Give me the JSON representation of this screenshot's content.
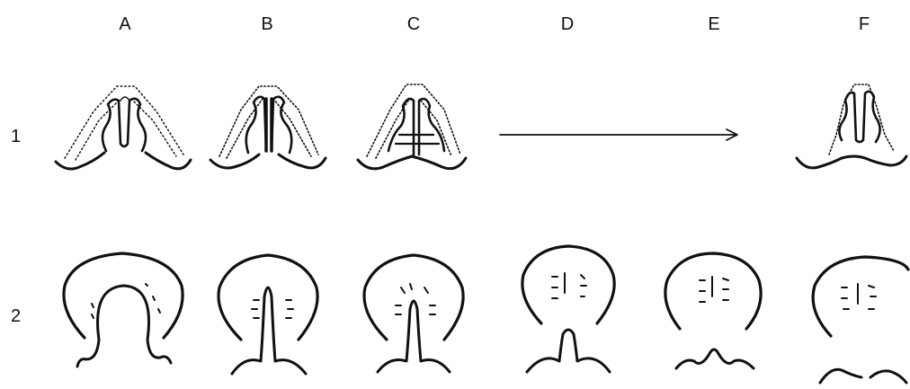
{
  "column_labels": [
    "A",
    "B",
    "C",
    "D",
    "E",
    "F"
  ],
  "row_labels": [
    "1",
    "2"
  ],
  "colors": {
    "ink": "#111111",
    "background": "#ffffff"
  }
}
